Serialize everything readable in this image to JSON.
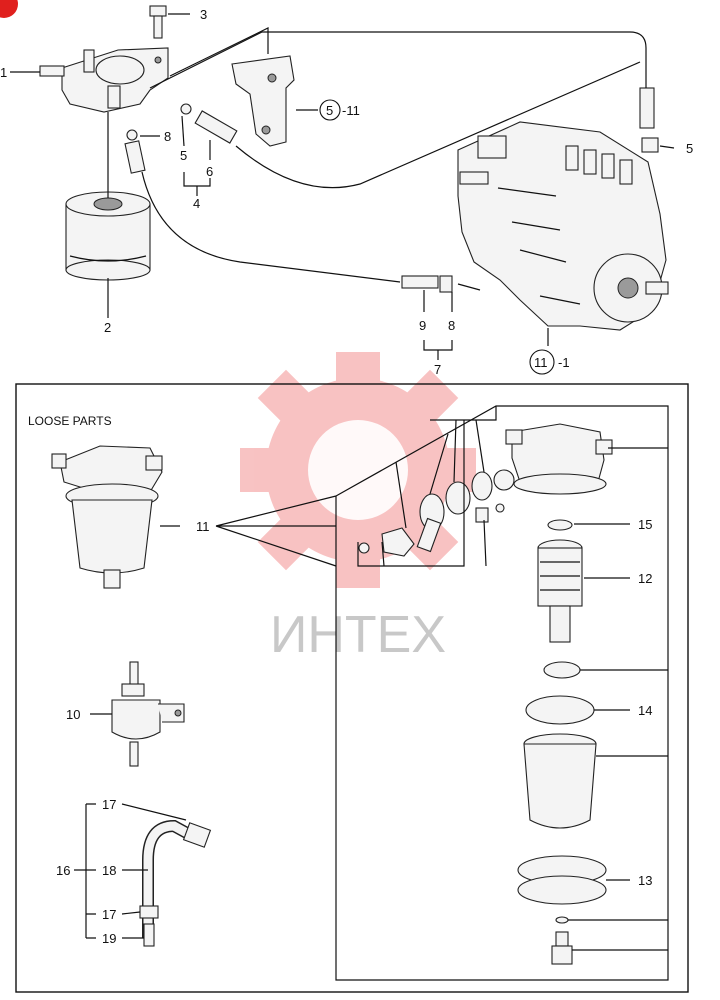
{
  "diagram": {
    "section_title": "LOOSE PARTS",
    "watermark": "ИНТЕХ",
    "colors": {
      "watermark": "#f7b8b8",
      "watermark_text": "#c8c8c8",
      "line": "#111111"
    },
    "callouts": {
      "c1": "1",
      "c2": "2",
      "c3": "3",
      "c4": "4",
      "c5a": "5",
      "c5b": "5",
      "c6": "6",
      "c7": "7",
      "c8a": "8",
      "c8b": "8",
      "c9": "9",
      "c5_11_circ": "5",
      "c5_11_suffix": "-11",
      "c11_1_circ": "11",
      "c11_1_suffix": "-1",
      "c10": "10",
      "c11": "11",
      "c12": "12",
      "c13": "13",
      "c14": "14",
      "c15": "15",
      "c16": "16",
      "c17a": "17",
      "c17b": "17",
      "c18": "18",
      "c19": "19"
    }
  }
}
